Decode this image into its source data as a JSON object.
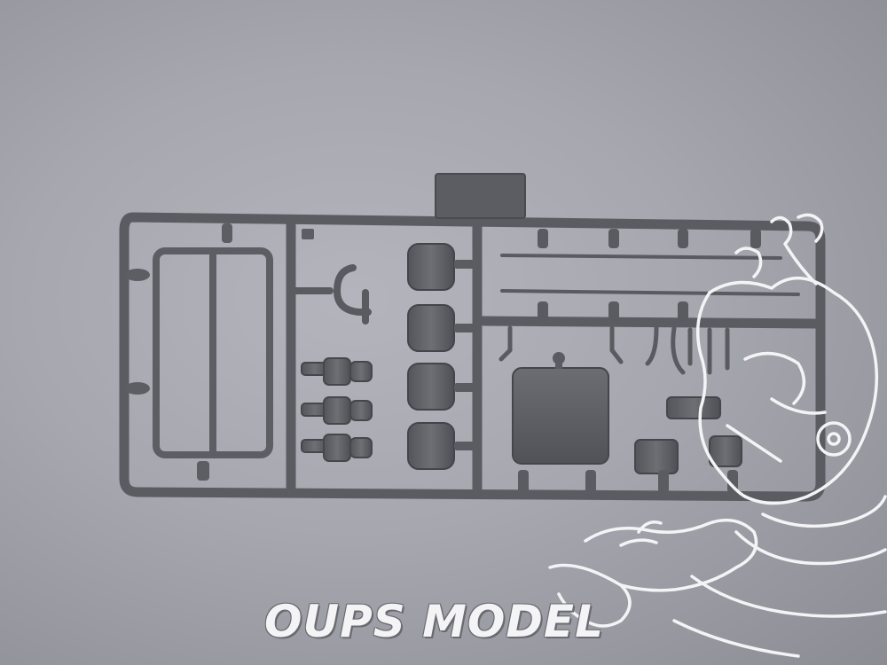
{
  "photo": {
    "subject": "sprue-frame",
    "background_color": "#a7a8b0",
    "plastic_color": "#5f6064"
  },
  "watermark": {
    "text": "OUPS MODEL",
    "color": "#f4f4f6",
    "mascot": "cartoon-creature-mascot"
  }
}
